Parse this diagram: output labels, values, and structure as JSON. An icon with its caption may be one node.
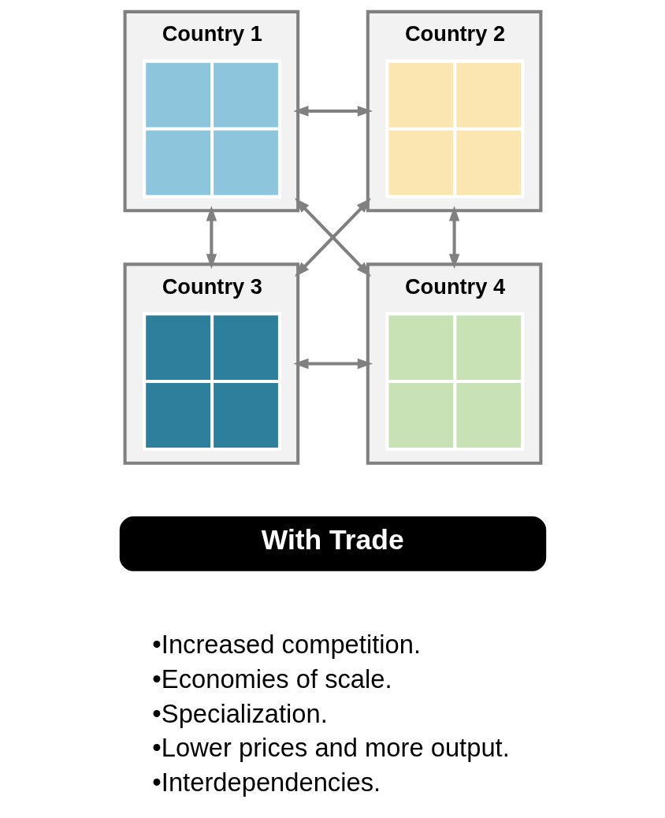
{
  "diagram": {
    "nodes": [
      {
        "text": [
          "Country 1"
        ]
      },
      {
        "text": [
          "Country 2"
        ]
      },
      {
        "text": [
          "Country 3"
        ]
      },
      {
        "text": [
          "Country 4"
        ]
      },
      {
        "text": [
          "With Trade"
        ]
      }
    ],
    "edges": [
      {
        "from": 0,
        "to": 1,
        "arrow": "both"
      },
      {
        "from": 0,
        "to": 2,
        "arrow": "both"
      },
      {
        "from": 1,
        "to": 3,
        "arrow": "both"
      },
      {
        "from": 0,
        "to": 3,
        "arrow": "both"
      },
      {
        "from": 1,
        "to": 2,
        "arrow": "both"
      },
      {
        "from": 2,
        "to": 3,
        "arrow": "both"
      }
    ],
    "labels": [
      "•Increased competition.",
      "•Economies of scale.",
      "•Specialization.",
      "•Lower prices and more output.",
      "•Interdependencies."
    ]
  }
}
